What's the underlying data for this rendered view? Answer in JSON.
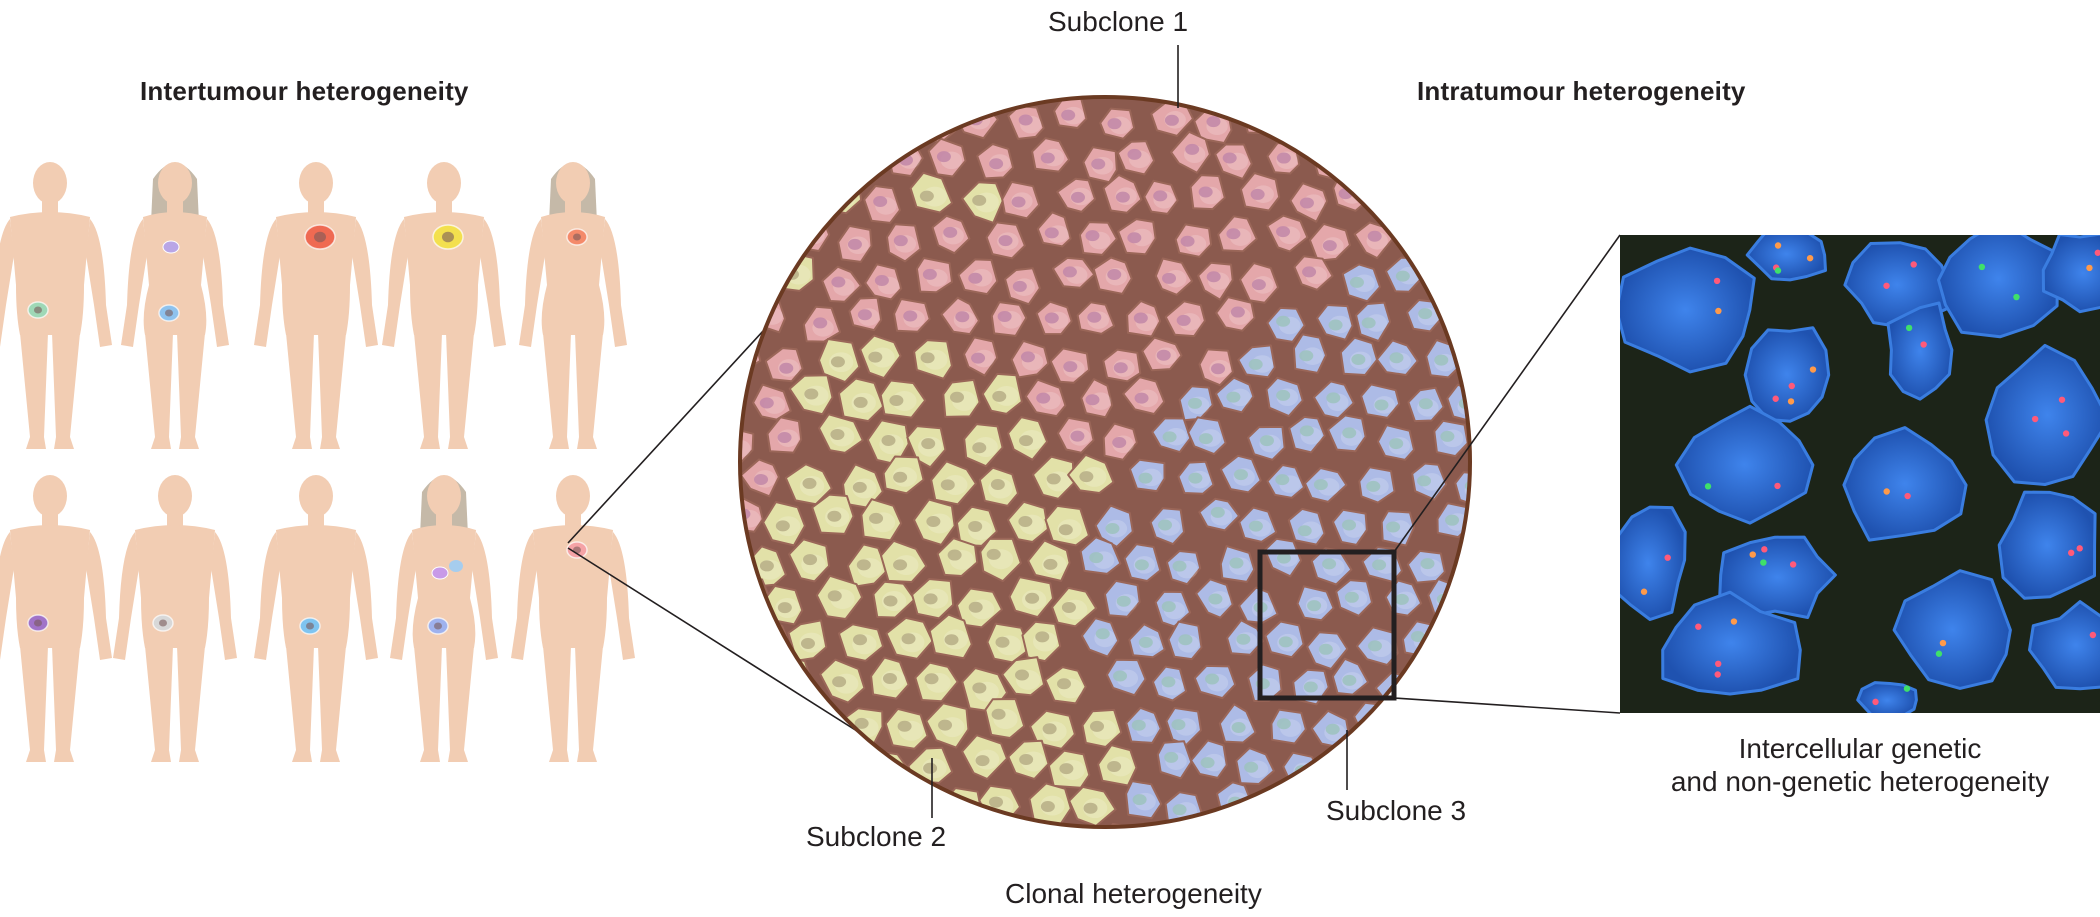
{
  "headings": {
    "intertumour": "Intertumour heterogeneity",
    "intratumour": "Intratumour heterogeneity"
  },
  "subclones": {
    "s1": "Subclone 1",
    "s2": "Subclone 2",
    "s3": "Subclone 3"
  },
  "captions": {
    "clonal": "Clonal heterogeneity",
    "intercellular_line1": "Intercellular genetic",
    "intercellular_line2": "and non-genetic heterogeneity"
  },
  "colors": {
    "body": "#f2cdb3",
    "hair": "#c5b9a8",
    "subclone1_cell": "#e4a7aa",
    "subclone2_cell": "#e2e1a8",
    "subclone3_cell": "#adbbe6",
    "membrane": "#8b5a4e",
    "outline": "#6b3a22",
    "micro_bg": "#1c2418",
    "micro_nucleus": "#2e6fd6"
  },
  "figures": [
    {
      "female": false,
      "tumour": "#9fd8b6",
      "site": "lower-left"
    },
    {
      "female": true,
      "tumour": "#8ec2ee",
      "site": "abdomen",
      "extra": "#b9a6e6"
    },
    {
      "female": false,
      "tumour": "#ef6a52",
      "site": "chest"
    },
    {
      "female": false,
      "tumour": "#f3e04e",
      "site": "chest"
    },
    {
      "female": true,
      "tumour": "#f48a6a",
      "site": "chest"
    },
    {
      "female": false,
      "tumour": "#a173c8",
      "site": "lower-left"
    },
    {
      "female": false,
      "tumour": "#d8d8d8",
      "site": "lower-left"
    },
    {
      "female": false,
      "tumour": "#7fc4f0",
      "site": "abdomen"
    },
    {
      "female": true,
      "tumour": "#9fb2ee",
      "site": "abdomen",
      "extra": "#c89ae8"
    },
    {
      "female": false,
      "tumour": "#f5a3a6",
      "site": "chest"
    }
  ]
}
